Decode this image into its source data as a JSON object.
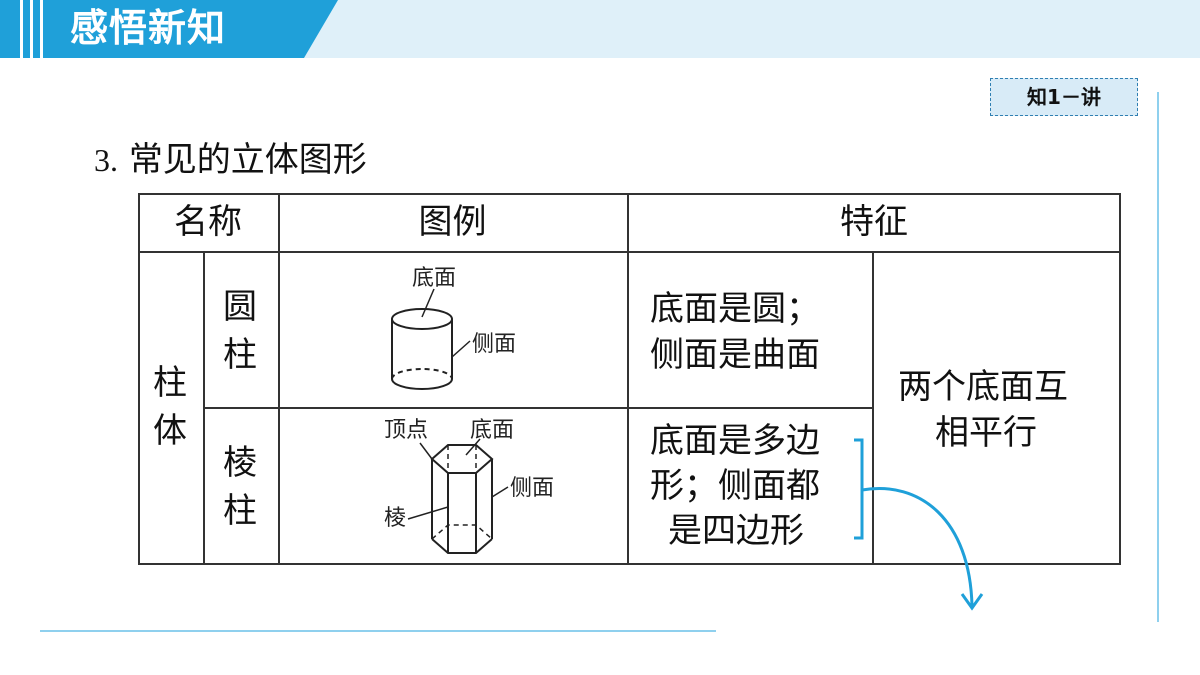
{
  "banner": {
    "title": "感悟新知"
  },
  "badge": {
    "label": "知1－讲"
  },
  "heading": {
    "number": "3.",
    "text": "常见的立体图形"
  },
  "table": {
    "headers": {
      "name": "名称",
      "figure": "图例",
      "feature": "特征"
    },
    "group": {
      "lines": [
        "柱",
        "体"
      ]
    },
    "cylinder": {
      "name_lines": [
        "圆",
        "柱"
      ],
      "labels": {
        "base": "底面",
        "side": "侧面"
      },
      "feature_lines": [
        "底面是圆；",
        "侧面是曲面"
      ]
    },
    "prism": {
      "name_lines": [
        "棱",
        "柱"
      ],
      "labels": {
        "vertex": "顶点",
        "base": "底面",
        "side": "侧面",
        "edge": "棱"
      },
      "feature_lines": [
        "底面是多边",
        "形；侧面都",
        "是四边形"
      ]
    },
    "common_feature_lines": [
      "两个底面互",
      "相平行"
    ]
  },
  "colors": {
    "accent": "#1fa0d9",
    "banner_bg": "#dff0f9",
    "rule": "#8fd0ee",
    "badge_bg": "#d8ebf7"
  }
}
